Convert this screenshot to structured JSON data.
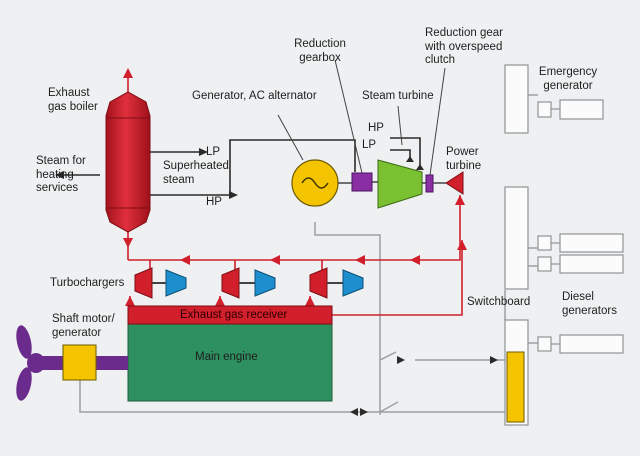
{
  "labels": {
    "exhaust_gas_boiler": "Exhaust\ngas boiler",
    "steam_for_heating": "Steam for\nheating\nservices",
    "lp_label": "LP",
    "superheated_steam": "Superheated\nsteam",
    "hp_label": "HP",
    "generator_ac": "Generator, AC alternator",
    "reduction_gearbox": "Reduction\ngearbox",
    "steam_turbine": "Steam turbine",
    "reduction_gear_clutch": "Reduction gear\nwith overspeed\nclutch",
    "turbine_hp": "HP",
    "turbine_lp": "LP",
    "power_turbine": "Power\nturbine",
    "emergency_generator": "Emergency\ngenerator",
    "turbochargers": "Turbochargers",
    "exhaust_gas_receiver": "Exhaust gas receiver",
    "main_engine": "Main engine",
    "shaft_motor_generator": "Shaft motor/\ngenerator",
    "switchboard": "Switchboard",
    "diesel_generators": "Diesel\ngenerators"
  },
  "colors": {
    "background": "#eef0f1",
    "steam_red": "#d11f2b",
    "engine_green": "#2e8f5f",
    "turbine_green": "#79c130",
    "generator_yellow": "#f5c400",
    "propeller_purple": "#6b2b8c",
    "gear_purple": "#8a2fa3",
    "turbo_blue": "#1d8fcf",
    "line_dark": "#2b2b2b",
    "line_grey": "#9aa0a3",
    "outline_grey": "#8f9496"
  }
}
